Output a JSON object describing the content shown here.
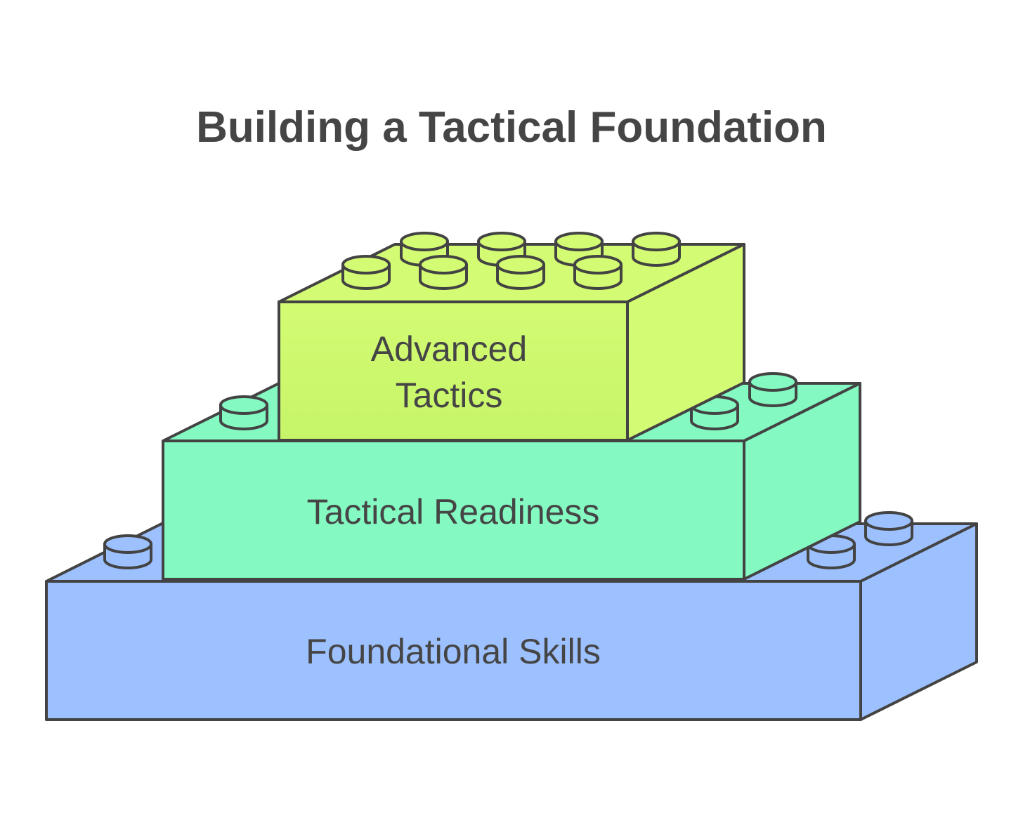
{
  "title": "Building a Tactical Foundation",
  "colors": {
    "text": "#454545",
    "outline": "#434343",
    "foundational_fill": "#9dc1ff",
    "readiness_fill": "#84f9c2",
    "advanced_fill": "#d3fb73",
    "advanced_front_bottom": "#c6f569"
  },
  "blocks": [
    {
      "id": "foundational",
      "label_lines": [
        "Foundational Skills"
      ]
    },
    {
      "id": "readiness",
      "label_lines": [
        "Tactical Readiness"
      ]
    },
    {
      "id": "advanced",
      "label_lines": [
        "Advanced",
        "Tactics"
      ]
    }
  ]
}
